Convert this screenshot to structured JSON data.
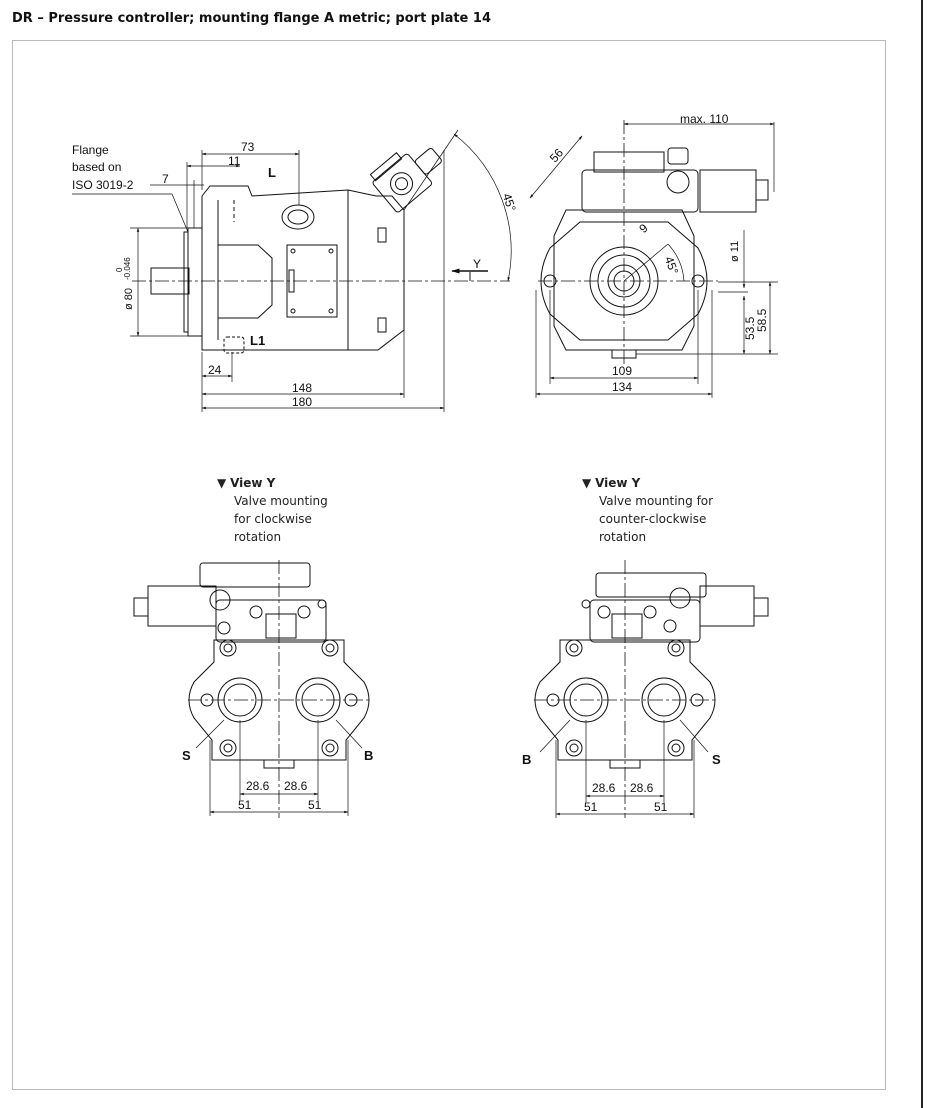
{
  "title": "DR – Pressure controller; mounting flange A metric; port plate 14",
  "side_view": {
    "flange_note": [
      "Flange",
      "based on",
      "ISO 3019-2"
    ],
    "dim_73": "73",
    "dim_11": "11",
    "dim_7": "7",
    "dim_45": "45°",
    "label_L": "L",
    "label_L1": "L1",
    "label_Y": "Y",
    "dim_shaft": "ø 80",
    "tol_upper": "0",
    "tol_lower": "-0.046",
    "dim_24": "24",
    "dim_148": "148",
    "dim_180": "180"
  },
  "front_view": {
    "dim_max110": "max. 110",
    "dim_56": "56",
    "dim_9": "9",
    "dim_45": "45°",
    "dim_11": "ø 11",
    "dim_53_5": "53.5",
    "dim_58_5": "58.5",
    "dim_109": "109",
    "dim_134": "134"
  },
  "view_cw": {
    "heading": "View Y",
    "lines": [
      "Valve mounting",
      "for clockwise",
      "rotation"
    ],
    "port_left": "S",
    "port_right": "B",
    "dim_28_6_left": "28.6",
    "dim_28_6_right": "28.6",
    "dim_51_left": "51",
    "dim_51_right": "51"
  },
  "view_ccw": {
    "heading": "View Y",
    "lines": [
      "Valve mounting for",
      "counter-clockwise",
      "rotation"
    ],
    "port_left": "B",
    "port_right": "S",
    "dim_28_6_left": "28.6",
    "dim_28_6_right": "28.6",
    "dim_51_left": "51",
    "dim_51_right": "51"
  }
}
